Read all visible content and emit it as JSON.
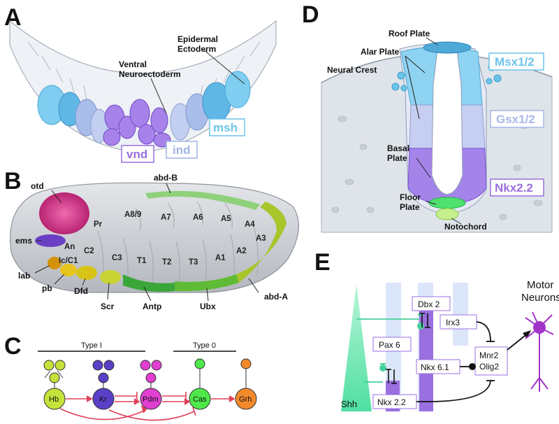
{
  "panel_labels": [
    "A",
    "B",
    "C",
    "D",
    "E"
  ],
  "panel_a": {
    "labels": {
      "epidermal": [
        "Epidermal",
        "Ectoderm"
      ],
      "ventral": [
        "Ventral",
        "Neuroectoderm"
      ]
    },
    "genes": {
      "vnd": "vnd",
      "ind": "ind",
      "msh": "msh"
    },
    "colors": {
      "vnd": "#9a6fe0",
      "ind": "#9fb4e6",
      "msh": "#6cc4ea",
      "epidermis": "#e9edf2"
    }
  },
  "panel_b": {
    "genes": [
      "otd",
      "ems",
      "lab",
      "pb",
      "Dfd",
      "Scr",
      "Antp",
      "Ubx",
      "abd-A",
      "abd-B"
    ],
    "segments": [
      "An",
      "Pr",
      "Ic/C1",
      "C2",
      "C3",
      "T1",
      "T2",
      "T3",
      "A1",
      "A2",
      "A3",
      "A4",
      "A5",
      "A6",
      "A7",
      "A8/9"
    ],
    "colors": {
      "otd": "#d93d8e",
      "ems": "#6b3fc3",
      "lab": "#d4920c",
      "pb": "#e8c51c",
      "Dfd": "#d8c416",
      "Scr": "#c9d334",
      "Antp": "#3aa63a",
      "Ubx": "#5fbb35",
      "abd-A": "#a8c62c",
      "abd-B": "#6cc78a"
    }
  },
  "panel_c": {
    "headers": {
      "type1": "Type I",
      "type0": "Type 0"
    },
    "nodes": [
      "Hb",
      "Kr",
      "Pdm",
      "Cas",
      "Grh"
    ],
    "colors": {
      "Hb": "#c4e23a",
      "Kr": "#5b3fc6",
      "Pdm": "#e13fd1",
      "Cas": "#4fe84a",
      "Grh": "#f28a2c",
      "arrow": "#e0415a"
    }
  },
  "panel_d": {
    "labels": {
      "roof": "Roof Plate",
      "alar": "Alar Plate",
      "neural_crest": "Neural Crest",
      "basal": [
        "Basal",
        "Plate"
      ],
      "floor": [
        "Floor",
        "Plate"
      ],
      "notochord": "Notochord"
    },
    "genes": {
      "msx": "Msx1/2",
      "gsx": "Gsx1/2",
      "nkx": "Nkx2.2"
    },
    "colors": {
      "msx": "#6cc4ea",
      "gsx": "#a9b6e8",
      "nkx": "#9a6fe0",
      "floor": "#4fe06f",
      "notochord": "#b9e87a"
    }
  },
  "panel_e": {
    "shh": "Shh",
    "boxes": {
      "dbx2": "Dbx 2",
      "irx3": "Irx3",
      "pax6": "Pax 6",
      "nkx61": "Nkx 6.1",
      "nkx22": "Nkx 2.2",
      "mnr2": "Mnr2",
      "olig2": "Olig2"
    },
    "motor": [
      "Motor",
      "Neurons"
    ],
    "colors": {
      "shh": "#5fe3a8",
      "light_blue": "#dce6fa",
      "purple": "#9a6fe0",
      "neuron": "#a235c8"
    }
  }
}
